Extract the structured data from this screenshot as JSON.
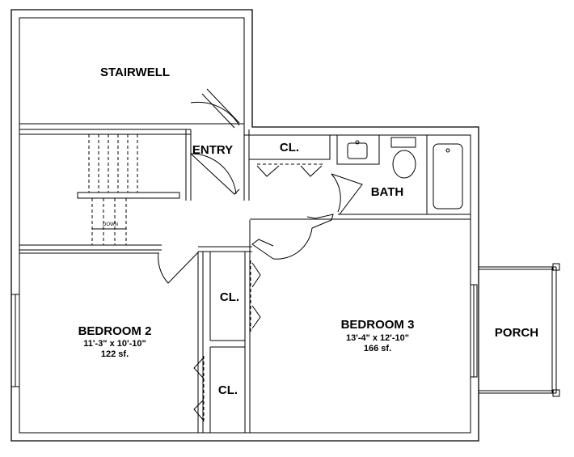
{
  "rooms": {
    "stairwell": "STAIRWELL",
    "entry": "ENTRY",
    "closet_top": "CL.",
    "bath": "BATH",
    "bedroom2": {
      "name": "BEDROOM 2",
      "dims": "11'-3\" x 10'-10\"",
      "area": "122 sf."
    },
    "bedroom3": {
      "name": "BEDROOM 3",
      "dims": "13'-4\" x 12'-10\"",
      "area": "166 sf."
    },
    "closet_mid": "CL.",
    "closet_low": "CL.",
    "porch": "PORCH"
  },
  "stair_label": "DOWN"
}
